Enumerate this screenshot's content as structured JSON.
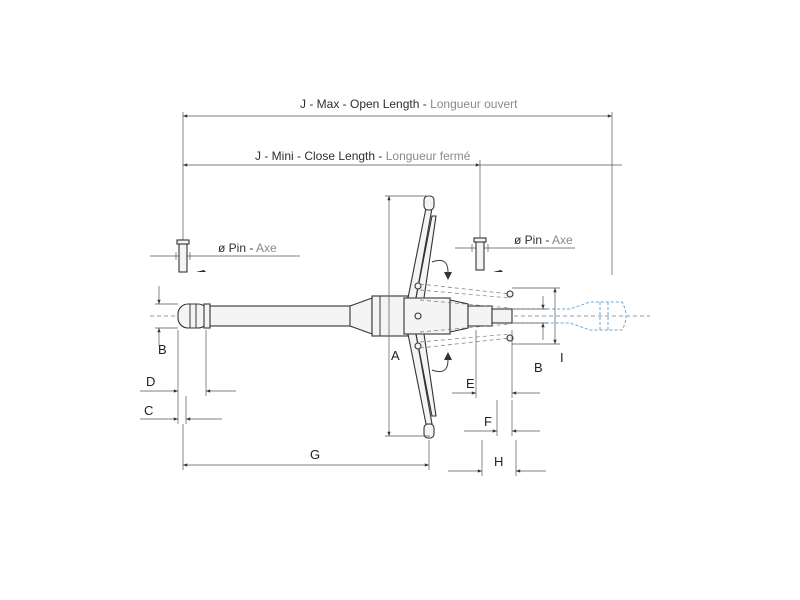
{
  "dimensions": {
    "j_max": {
      "main": "J - Max - Open Length",
      "sep": " - ",
      "alt": "Longueur ouvert"
    },
    "j_min": {
      "main": "J - Mini - Close Length",
      "sep": " - ",
      "alt": "Longueur fermé"
    },
    "pin_left": {
      "main": "ø Pin",
      "sep": " - ",
      "alt": "Axe"
    },
    "pin_right": {
      "main": "ø Pin",
      "sep": " - ",
      "alt": "Axe"
    },
    "A": "A",
    "B_left": "B",
    "B_right": "B",
    "C": "C",
    "D": "D",
    "E": "E",
    "F": "F",
    "G": "G",
    "H": "H",
    "I": "I"
  }
}
